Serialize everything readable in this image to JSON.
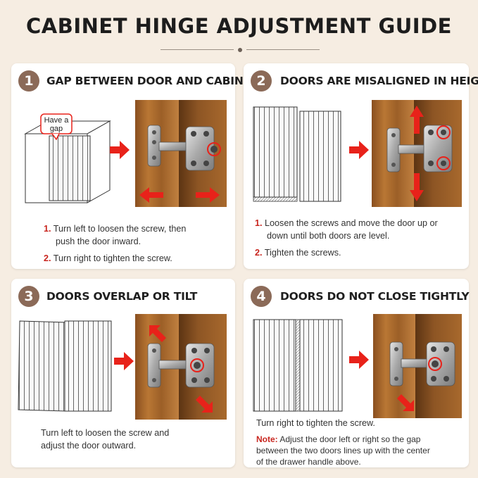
{
  "title": "CABINET HINGE ADJUSTMENT GUIDE",
  "panels": [
    {
      "number": "1",
      "heading": "GAP BETWEEN DOOR AND CABINET",
      "callout": "Have a gap",
      "steps": [
        {
          "n": "1.",
          "line1": "Turn left to loosen the screw, then",
          "line2": "push the door inward."
        },
        {
          "n": "2.",
          "line1": "Turn right to tighten the screw."
        }
      ]
    },
    {
      "number": "2",
      "heading": "DOORS ARE MISALIGNED IN HEIGHT",
      "steps": [
        {
          "n": "1.",
          "line1": "Loosen the screws and move the door up or",
          "line2": "down until both doors are level."
        },
        {
          "n": "2.",
          "line1": "Tighten the screws."
        }
      ]
    },
    {
      "number": "3",
      "heading": "DOORS OVERLAP OR TILT",
      "text_line1": "Turn left to loosen the screw and",
      "text_line2": "adjust the door outward."
    },
    {
      "number": "4",
      "heading": "DOORS DO NOT CLOSE TIGHTLY",
      "text": "Turn right to tighten the screw.",
      "note_label": "Note:",
      "note_line1": " Adjust the door left or right so the gap",
      "note_line2": "between the two doors lines up with the center",
      "note_line3": "of the drawer handle above."
    }
  ],
  "colors": {
    "accent_red": "#e8221a",
    "badge": "#8b6a58",
    "wood": "#a8682c",
    "background": "#f6ede2"
  }
}
